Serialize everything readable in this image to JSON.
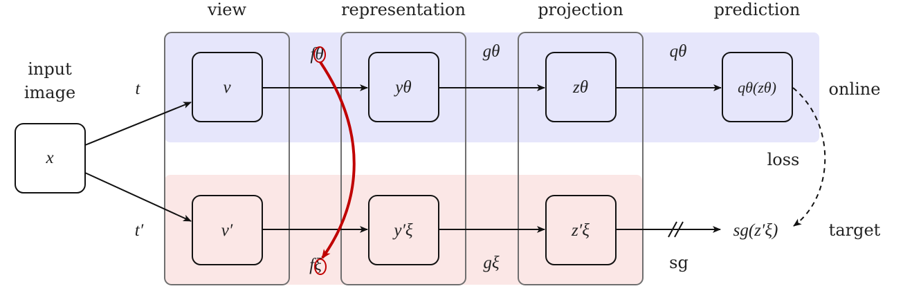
{
  "columns": {
    "view": "view",
    "representation": "representation",
    "projection": "projection",
    "prediction": "prediction"
  },
  "input": {
    "line1": "input",
    "line2": "image",
    "node": "x"
  },
  "branch": {
    "online_transform": "t",
    "target_transform": "t′",
    "online_label": "online",
    "target_label": "target"
  },
  "online_nodes": {
    "view": "v",
    "representation": "yθ",
    "projection": "zθ",
    "prediction": "qθ(zθ)"
  },
  "target_nodes": {
    "view": "v′",
    "representation": "y′ξ",
    "projection": "z′ξ",
    "output": "sg(z′ξ)"
  },
  "functions": {
    "f_online": "fθ",
    "g_online": "gθ",
    "q_online": "qθ",
    "f_target": "fξ",
    "g_target": "gξ",
    "stop_gradient": "sg"
  },
  "loss": "loss",
  "colors": {
    "online_band": "#e6e6fb",
    "target_band": "#fbe7e6",
    "frame_stroke": "#6e6e6e",
    "node_stroke": "#111111",
    "annotation_red": "#c00000"
  }
}
